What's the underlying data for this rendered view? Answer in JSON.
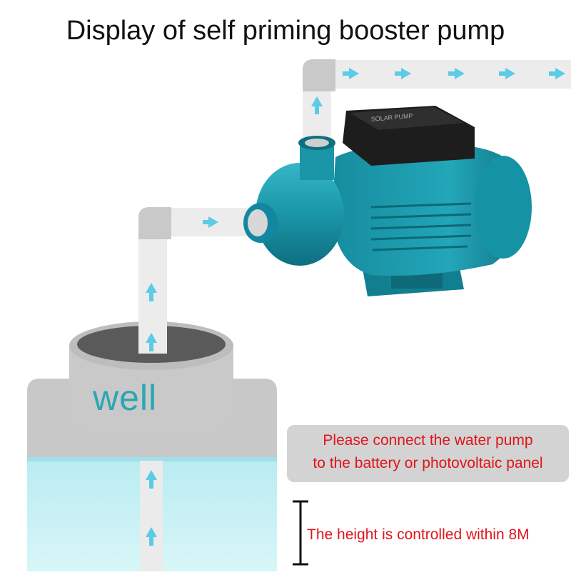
{
  "title": "Display of self priming booster pump",
  "well_label": "well",
  "pump_plate_text": "SOLAR PUMP",
  "notes": {
    "line1": "Please connect the water pump",
    "line2": "to the battery or photovoltaic panel"
  },
  "height_note": "The height is controlled within 8M",
  "colors": {
    "pipe": "#ebebeb",
    "pipe_elbow": "#c9c9c9",
    "arrow": "#5ccbe6",
    "well_concrete": "#c8c8c8",
    "water": "#c7eff3",
    "pump_body": "#1a96a8",
    "note_text": "#e0141b",
    "well_text": "#2aa7b5"
  },
  "icons": [
    "flow-arrow-icon",
    "height-bracket-icon"
  ]
}
